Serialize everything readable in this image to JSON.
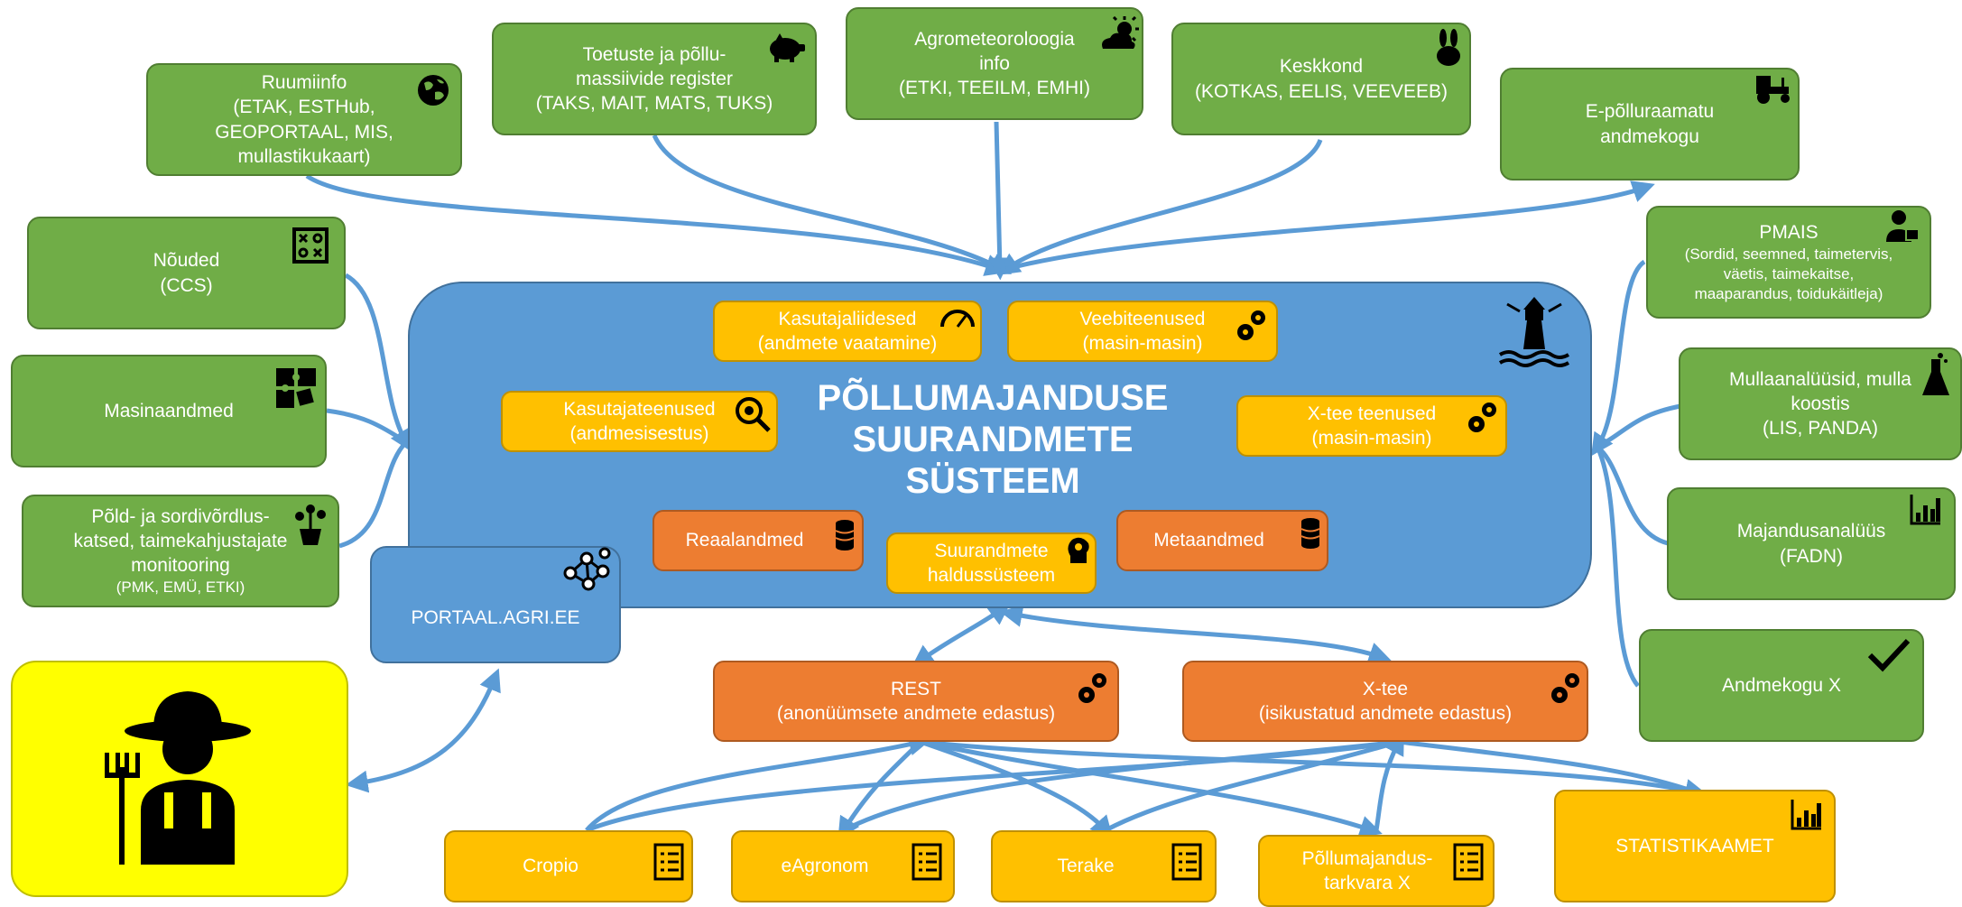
{
  "center": {
    "title_lines": [
      "PÕLLUMAJANDUSE",
      "SUURANDMETE",
      "SÜSTEEM"
    ],
    "portal": "PORTAAL.AGRI.EE"
  },
  "top": {
    "ruumiinfo": [
      "Ruumiinfo",
      "(ETAK, ESTHub,",
      "GEOPORTAAL, MIS,",
      "mullastikukaart)"
    ],
    "toetused": [
      "Toetuste ja põllu-",
      "massiivide register",
      "(TAKS, MAIT, MATS, TUKS)"
    ],
    "agromet": [
      "Agrometeoroloogia",
      "info",
      "(ETKI, TEEILM, EMHI)"
    ],
    "keskkond": [
      "Keskkond",
      "(KOTKAS, EELIS, VEEVEEB)"
    ],
    "epollu": [
      "E-põlluraamatu",
      "andmekogu"
    ]
  },
  "left": {
    "noudeid": [
      "Nõuded",
      "(CCS)"
    ],
    "masina": [
      "Masinaandmed"
    ],
    "pold": [
      "Põld- ja sordivõrdlus-",
      "katsed, taimekahjustajate",
      "monitooring"
    ],
    "pold_small": "(PMK, EMÜ, ETKI)"
  },
  "right": {
    "pmais_title": "PMAIS",
    "pmais_lines": [
      "(Sordid, seemned, taimetervis,",
      "väetis, taimekaitse,",
      "maaparandus, toidukäitleja)"
    ],
    "mulla": [
      "Mullaanalüüsid, mulla",
      "koostis",
      "(LIS, PANDA)"
    ],
    "majandus": [
      "Majandusanalüüs",
      "(FADN)"
    ],
    "andmekogu": [
      "Andmekogu X"
    ]
  },
  "services": {
    "kasutajaliidesed": [
      "Kasutajaliidesed",
      "(andmete vaatamine)"
    ],
    "veebiteenused": [
      "Veebiteenused",
      "(masin-masin)"
    ],
    "kasutajateenused": [
      "Kasutajateenused",
      "(andmesisestus)"
    ],
    "xtee_teenused": [
      "X-tee teenused",
      "(masin-masin)"
    ],
    "reaalandmed": "Reaalandmed",
    "metaandmed": "Metaandmed",
    "haldus": [
      "Suurandmete",
      "haldussüsteem"
    ]
  },
  "interfaces": {
    "rest": [
      "REST",
      "(anonüümsete andmete edastus)"
    ],
    "xtee": [
      "X-tee",
      "(isikustatud andmete edastus)"
    ]
  },
  "consumers": {
    "cropio": "Cropio",
    "eagronom": "eAgronom",
    "terake": "Terake",
    "tarkvara": [
      "Põllumajandus-",
      "tarkvara X"
    ],
    "statistika": "STATISTIKAAMET"
  },
  "colors": {
    "green": "#70ad47",
    "blue": "#5b9bd5",
    "gold": "#ffc000",
    "orange": "#ed7d31",
    "yellow": "#ffff00",
    "arrow": "#5b9bd5"
  },
  "icons": [
    "globe-icon",
    "piggy-bank-icon",
    "weather-icon",
    "rabbit-icon",
    "tractor-icon",
    "strategy-icon",
    "puzzle-icon",
    "plant-icon",
    "network-icon",
    "farmer-icon",
    "inspector-icon",
    "flask-icon",
    "bar-chart-icon",
    "checkmark-icon",
    "lighthouse-icon",
    "gauge-icon",
    "gears-icon",
    "search-bug-icon",
    "database-icon",
    "head-gear-icon",
    "checklist-icon"
  ]
}
